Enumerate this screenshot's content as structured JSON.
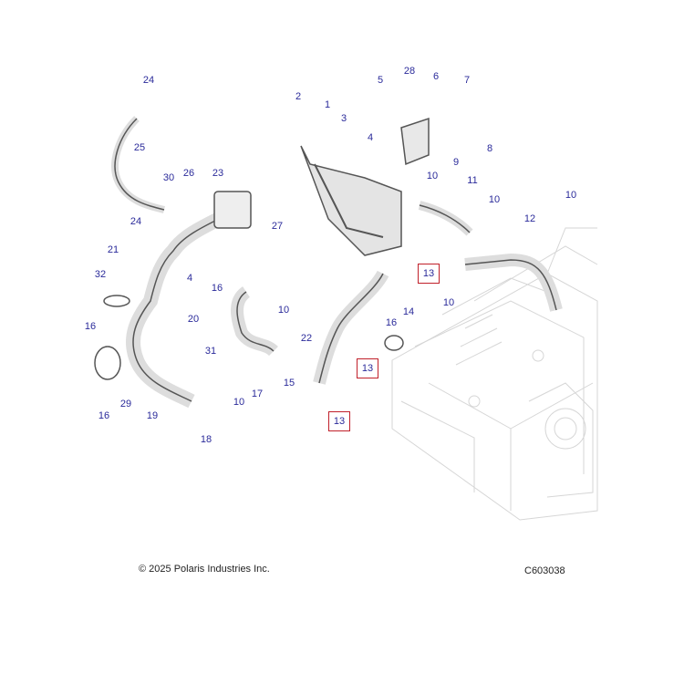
{
  "diagram": {
    "callouts": [
      "24",
      "25",
      "30",
      "26",
      "23",
      "24",
      "27",
      "21",
      "32",
      "4",
      "16",
      "16",
      "20",
      "10",
      "31",
      "17",
      "10",
      "15",
      "29",
      "19",
      "16",
      "18",
      "2",
      "1",
      "3",
      "5",
      "28",
      "6",
      "7",
      "4",
      "8",
      "9",
      "10",
      "11",
      "10",
      "10",
      "12",
      "22",
      "16",
      "14",
      "10"
    ],
    "boxed_callouts": [
      "13",
      "13",
      "13"
    ]
  },
  "footer": {
    "copyright": "© 2025 Polaris Industries Inc.",
    "code": "C603038"
  },
  "colors": {
    "callout": "#2a2a9a",
    "box_border": "#c0202a",
    "line_art": "#555555",
    "engine_art": "#cccccc"
  }
}
